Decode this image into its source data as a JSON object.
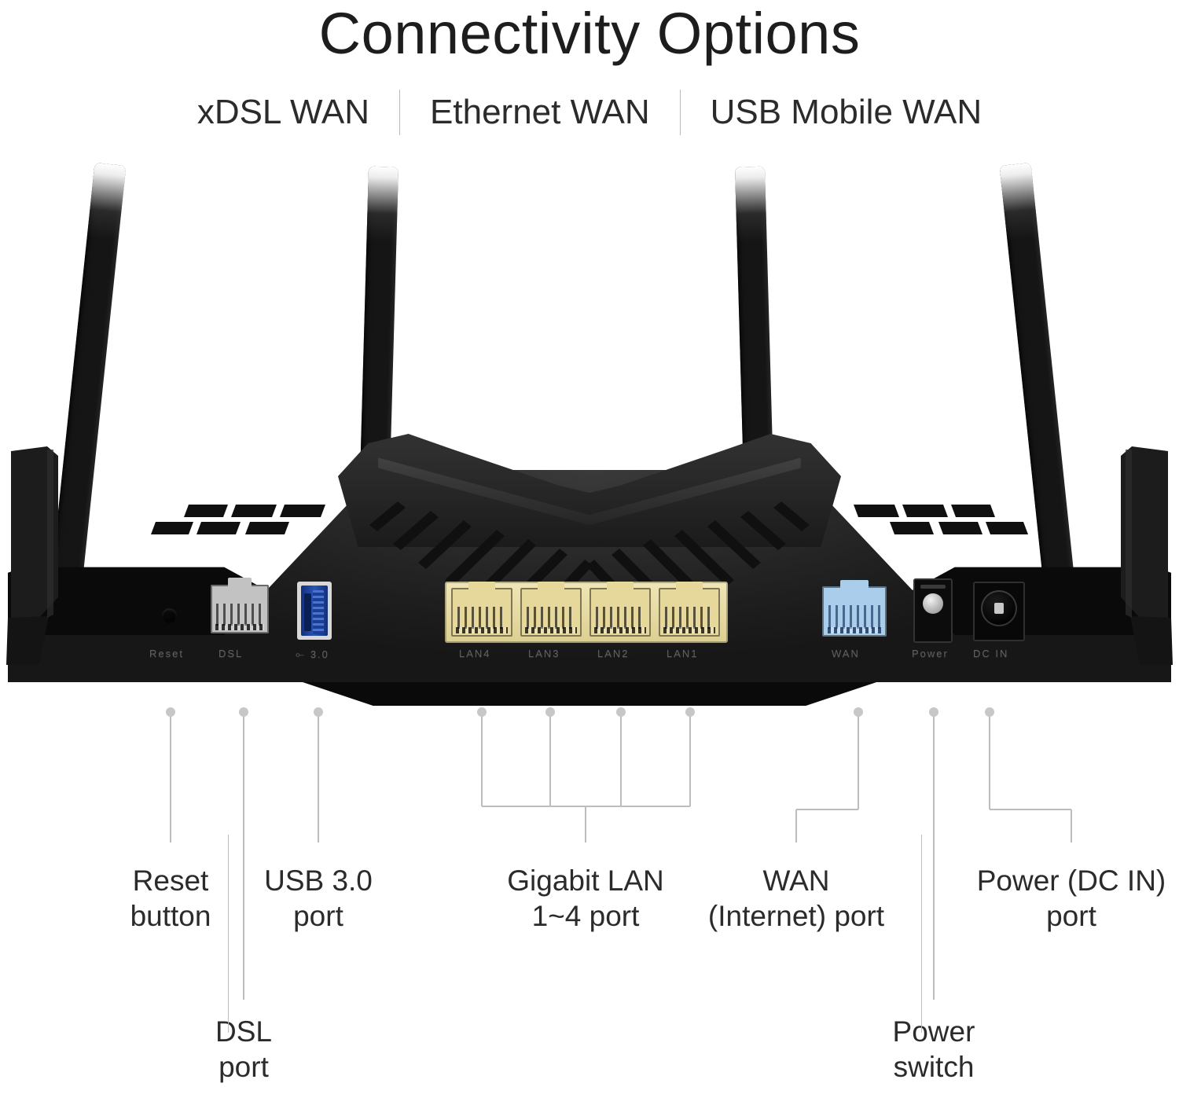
{
  "header": {
    "title": "Connectivity Options",
    "options": [
      "xDSL WAN",
      "Ethernet WAN",
      "USB Mobile WAN"
    ],
    "separator": "|"
  },
  "device": {
    "type": "wireless-router",
    "antenna_count": 4,
    "port_labels": {
      "reset": "Reset",
      "dsl": "DSL",
      "usb": "3.0",
      "lan": [
        "LAN4",
        "LAN3",
        "LAN2",
        "LAN1"
      ],
      "wan": "WAN",
      "power": "Power",
      "dcin": "DC IN"
    }
  },
  "callouts": [
    {
      "id": "reset",
      "line1": "Reset",
      "line2": "button",
      "row": "upper"
    },
    {
      "id": "usb",
      "line1": "USB 3.0",
      "line2": "port",
      "row": "upper"
    },
    {
      "id": "lan",
      "line1": "Gigabit LAN",
      "line2": "1~4 port",
      "row": "upper"
    },
    {
      "id": "wan",
      "line1": "WAN",
      "line2": "(Internet) port",
      "row": "upper"
    },
    {
      "id": "dcin",
      "line1": "Power (DC IN)",
      "line2": "port",
      "row": "upper"
    },
    {
      "id": "dsl",
      "line1": "DSL",
      "line2": "port",
      "row": "lower"
    },
    {
      "id": "pwrsw",
      "line1": "Power",
      "line2": "switch",
      "row": "lower"
    }
  ],
  "colors": {
    "background": "#ffffff",
    "text": "#2b2b2b",
    "leader_line": "#bdbdbd",
    "chassis": "#232323",
    "lan_port": "#e9dda2",
    "wan_port": "#a8cdea",
    "usb_port": "#1b3f8f",
    "dsl_port": "#bfbfbf"
  }
}
